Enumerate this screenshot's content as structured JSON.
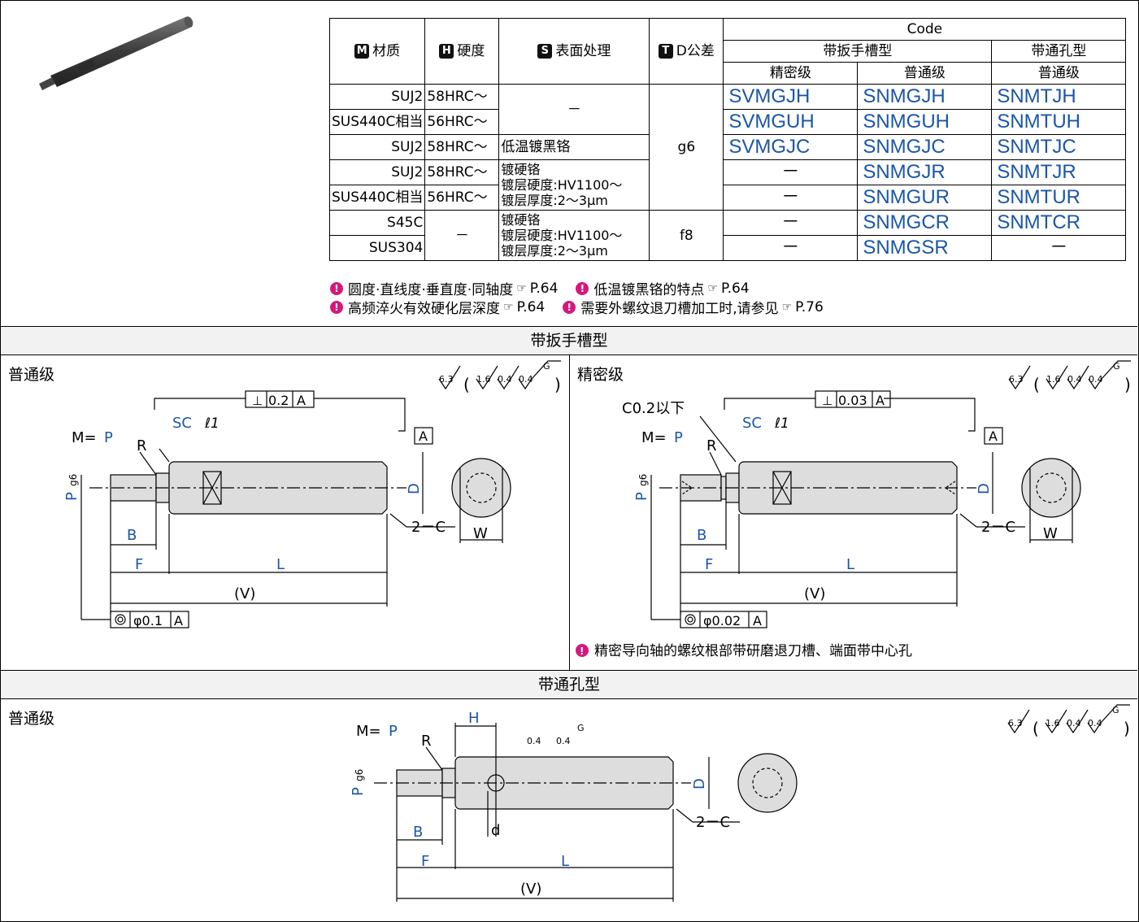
{
  "table": {
    "headers": {
      "material": "材质",
      "hardness": "硬度",
      "surface": "表面处理",
      "tolerance": "D公差",
      "code": "Code",
      "wrench_type": "带扳手槽型",
      "thru_type": "带通孔型",
      "precision": "精密级",
      "normal": "普通级",
      "normal2": "普通级",
      "badge_m": "M",
      "badge_h": "H",
      "badge_s": "S",
      "badge_t": "T"
    },
    "rows": [
      {
        "material": "SUJ2",
        "hardness": "58HRC～",
        "c1": "SVMGJH",
        "c2": "SNMGJH",
        "c3": "SNMTJH"
      },
      {
        "material": "SUS440C相当",
        "hardness": "56HRC～",
        "c1": "SVMGUH",
        "c2": "SNMGUH",
        "c3": "SNMTUH"
      },
      {
        "material": "SUJ2",
        "hardness": "58HRC～",
        "surface": "低温镀黑铬",
        "c1": "SVMGJC",
        "c2": "SNMGJC",
        "c3": "SNMTJC"
      },
      {
        "material": "SUJ2",
        "hardness": "58HRC～",
        "c1": "－",
        "c2": "SNMGJR",
        "c3": "SNMTJR"
      },
      {
        "material": "SUS440C相当",
        "hardness": "56HRC～",
        "c1": "－",
        "c2": "SNMGUR",
        "c3": "SNMTUR"
      },
      {
        "material": "S45C",
        "c1": "－",
        "c2": "SNMGCR",
        "c3": "SNMTCR"
      },
      {
        "material": "SUS304",
        "c1": "－",
        "c2": "SNMGSR",
        "c3": "－"
      }
    ],
    "surface_none": "－",
    "hard_chrome_1": "镀硬铬",
    "hard_chrome_2": "镀层硬度:HV1100～",
    "hard_chrome_3": "镀层厚度:2～3μm",
    "hardness_none": "－",
    "tol_g6": "g6",
    "tol_f8": "f8"
  },
  "notes": [
    {
      "text": "圆度·直线度·垂直度·同轴度",
      "ref": "P.64"
    },
    {
      "text": "低温镀黑铬的特点",
      "ref": "P.64"
    },
    {
      "text": "高频淬火有效硬化层深度",
      "ref": "P.64"
    },
    {
      "text": "需要外螺纹退刀槽加工时,请参见",
      "ref": "P.76"
    }
  ],
  "sections": {
    "wrench": "带扳手槽型",
    "thru": "带通孔型",
    "normal_grade": "普通级",
    "precision_grade": "精密级",
    "normal_grade2": "普通级"
  },
  "drawing": {
    "perp_normal": "0.2",
    "perp_precision": "0.03",
    "datum": "A",
    "conc_normal": "φ0.1",
    "conc_precision": "φ0.02",
    "chamfer": "C0.2以下",
    "m_eq": "M=",
    "p": "P",
    "g6": "g6",
    "r": "R",
    "sc": "SC",
    "l1": "ℓ1",
    "d": "D",
    "w": "W",
    "b": "B",
    "f": "F",
    "l": "L",
    "v": "(V)",
    "c": "2－C",
    "h": "H",
    "dd": "d",
    "rough_63": "6.3",
    "rough_16": "1.6",
    "rough_04": "0.4",
    "g": "G",
    "precision_note": "精密导向轴的螺纹根部带研磨退刀槽、端面带中心孔"
  },
  "colors": {
    "accent_blue": "#1a56a8",
    "bullet_magenta": "#d6187c"
  }
}
